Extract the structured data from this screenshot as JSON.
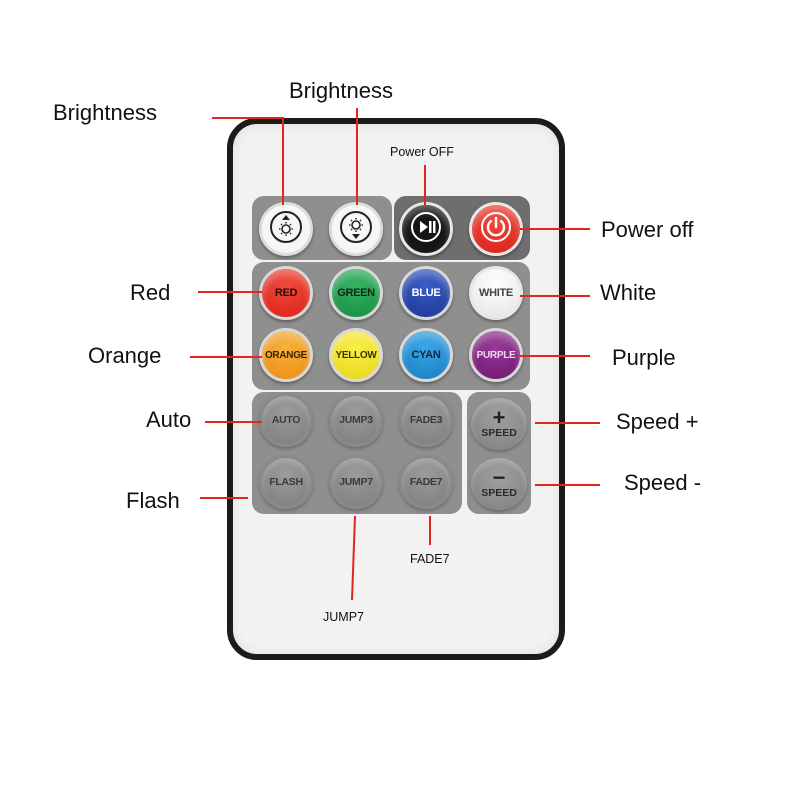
{
  "remote": {
    "row1": [
      {
        "label": "",
        "icon": "brightness-up-icon",
        "color": "#ffffff"
      },
      {
        "label": "",
        "icon": "brightness-down-icon",
        "color": "#ffffff"
      },
      {
        "label": "",
        "icon": "play-pause-icon",
        "color": "#1a1a1a"
      },
      {
        "label": "",
        "icon": "power-icon",
        "color": "#e0261f"
      }
    ],
    "color_rows": [
      [
        {
          "label": "RED",
          "color": "#e3221b",
          "text_color": "#2a0a0a"
        },
        {
          "label": "GREEN",
          "color": "#1f9a4a",
          "text_color": "#0c2a14"
        },
        {
          "label": "BLUE",
          "color": "#1f3fa8",
          "text_color": "#ffffff"
        },
        {
          "label": "WHITE",
          "color": "#f4f4f4",
          "text_color": "#444444"
        }
      ],
      [
        {
          "label": "ORANGE",
          "color": "#f29a1e",
          "text_color": "#3a2200"
        },
        {
          "label": "YELLOW",
          "color": "#f3e51a",
          "text_color": "#3a3500"
        },
        {
          "label": "CYAN",
          "color": "#1d8fd6",
          "text_color": "#0a2a40"
        },
        {
          "label": "PURPLE",
          "color": "#7a1f7a",
          "text_color": "#f2d6f2"
        }
      ]
    ],
    "effect_rows": [
      [
        {
          "label": "AUTO"
        },
        {
          "label": "JUMP3"
        },
        {
          "label": "FADE3"
        }
      ],
      [
        {
          "label": "FLASH"
        },
        {
          "label": "JUMP7"
        },
        {
          "label": "FADE7"
        }
      ]
    ],
    "speed_up": {
      "symbol": "+",
      "label": "SPEED"
    },
    "speed_down": {
      "symbol": "−",
      "label": "SPEED"
    }
  },
  "callouts": {
    "brightness_left": "Brightness",
    "brightness_top": "Brightness",
    "power_off_small": "Power OFF",
    "power_off": "Power off",
    "red": "Red",
    "white": "White",
    "orange": "Orange",
    "purple": "Purple",
    "auto": "Auto",
    "speed_plus": "Speed +",
    "flash": "Flash",
    "speed_minus": "Speed -",
    "fade7": "FADE7",
    "jump7": "JUMP7"
  },
  "colors": {
    "leader_line": "#e0261f",
    "remote_body": "#f2f2f2",
    "remote_frame": "#1b1b1b"
  }
}
